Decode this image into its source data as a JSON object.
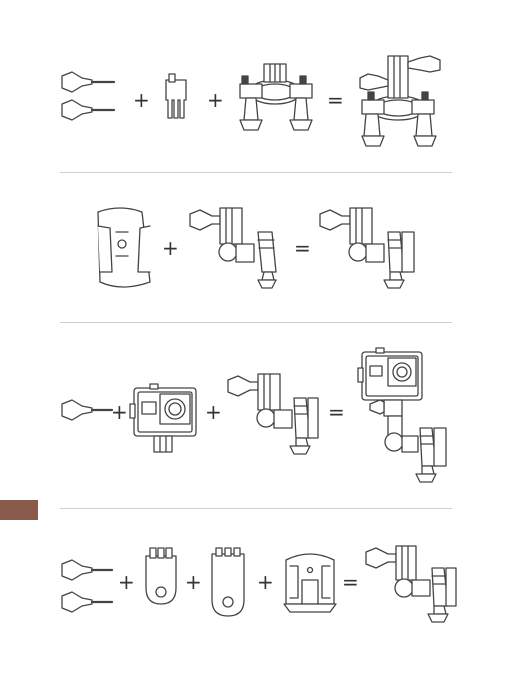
{
  "operators": {
    "plus": "+",
    "equals": "="
  },
  "colors": {
    "line": "#444444",
    "divider": "#cfcfcf",
    "tab": "#8a5a4a"
  },
  "sections": [
    {
      "name": "handlebar-mount-assembly"
    },
    {
      "name": "helmet-mount-assembly"
    },
    {
      "name": "housing-pivot-assembly"
    },
    {
      "name": "quick-release-assembly"
    }
  ]
}
